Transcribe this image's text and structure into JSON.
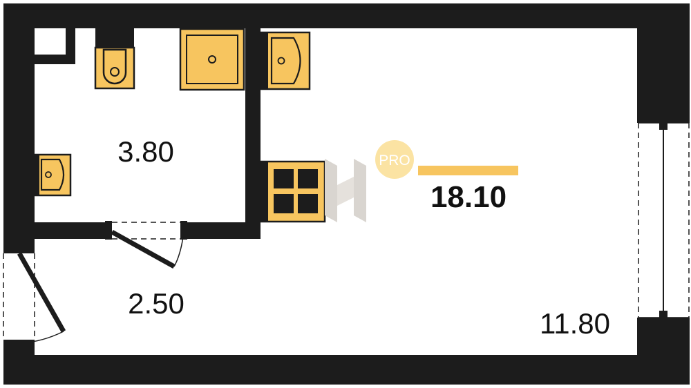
{
  "plan": {
    "rooms": {
      "bathroom_area": "3.80",
      "hallway_area": "2.50",
      "living_area": "11.80"
    },
    "total_area": "18.10",
    "badge": {
      "text": "PRO"
    },
    "colors": {
      "wall": "#1c1c1c",
      "fixture": "#f7c55f",
      "accent": "#f7c55f",
      "badge_bg": "#fbe3a3",
      "logo": "#d9d5d0",
      "floor": "#ffffff"
    },
    "icons": [
      "toilet-icon",
      "shower-tray-icon",
      "sink-icon",
      "stove-icon",
      "entrance-door-icon",
      "bathroom-door-icon",
      "window-icon",
      "logo-icon"
    ]
  }
}
